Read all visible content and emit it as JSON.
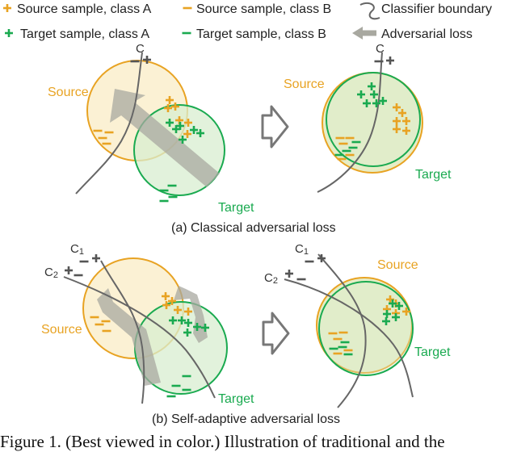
{
  "legend": {
    "src_a": "Source sample, class A",
    "src_b": "Source sample, class B",
    "boundary": "Classifier boundary",
    "tgt_a": "Target sample, class A",
    "tgt_b": "Target sample, class B",
    "adv_loss": "Adversarial loss"
  },
  "labels": {
    "c": "C",
    "c1_main": "C",
    "c1_sub": "1",
    "c2_main": "C",
    "c2_sub": "2",
    "source": "Source",
    "target": "Target",
    "plus": "+",
    "minus": "−"
  },
  "panel_a": {
    "caption": "(a) Classical adversarial loss"
  },
  "panel_b": {
    "caption": "(b) Self-adaptive adversarial loss"
  },
  "figure_caption": "Figure 1. (Best viewed in color.) Illustration of traditional and the",
  "colors": {
    "source": "#E8A323",
    "target": "#1AAA50",
    "source_fill": "#FBF0D2",
    "target_fill": "#D8EED0",
    "overlap_fill": "#E6EDC7",
    "boundary": "#666666",
    "arrow": "#A8A8A0",
    "ink": "#222222"
  }
}
